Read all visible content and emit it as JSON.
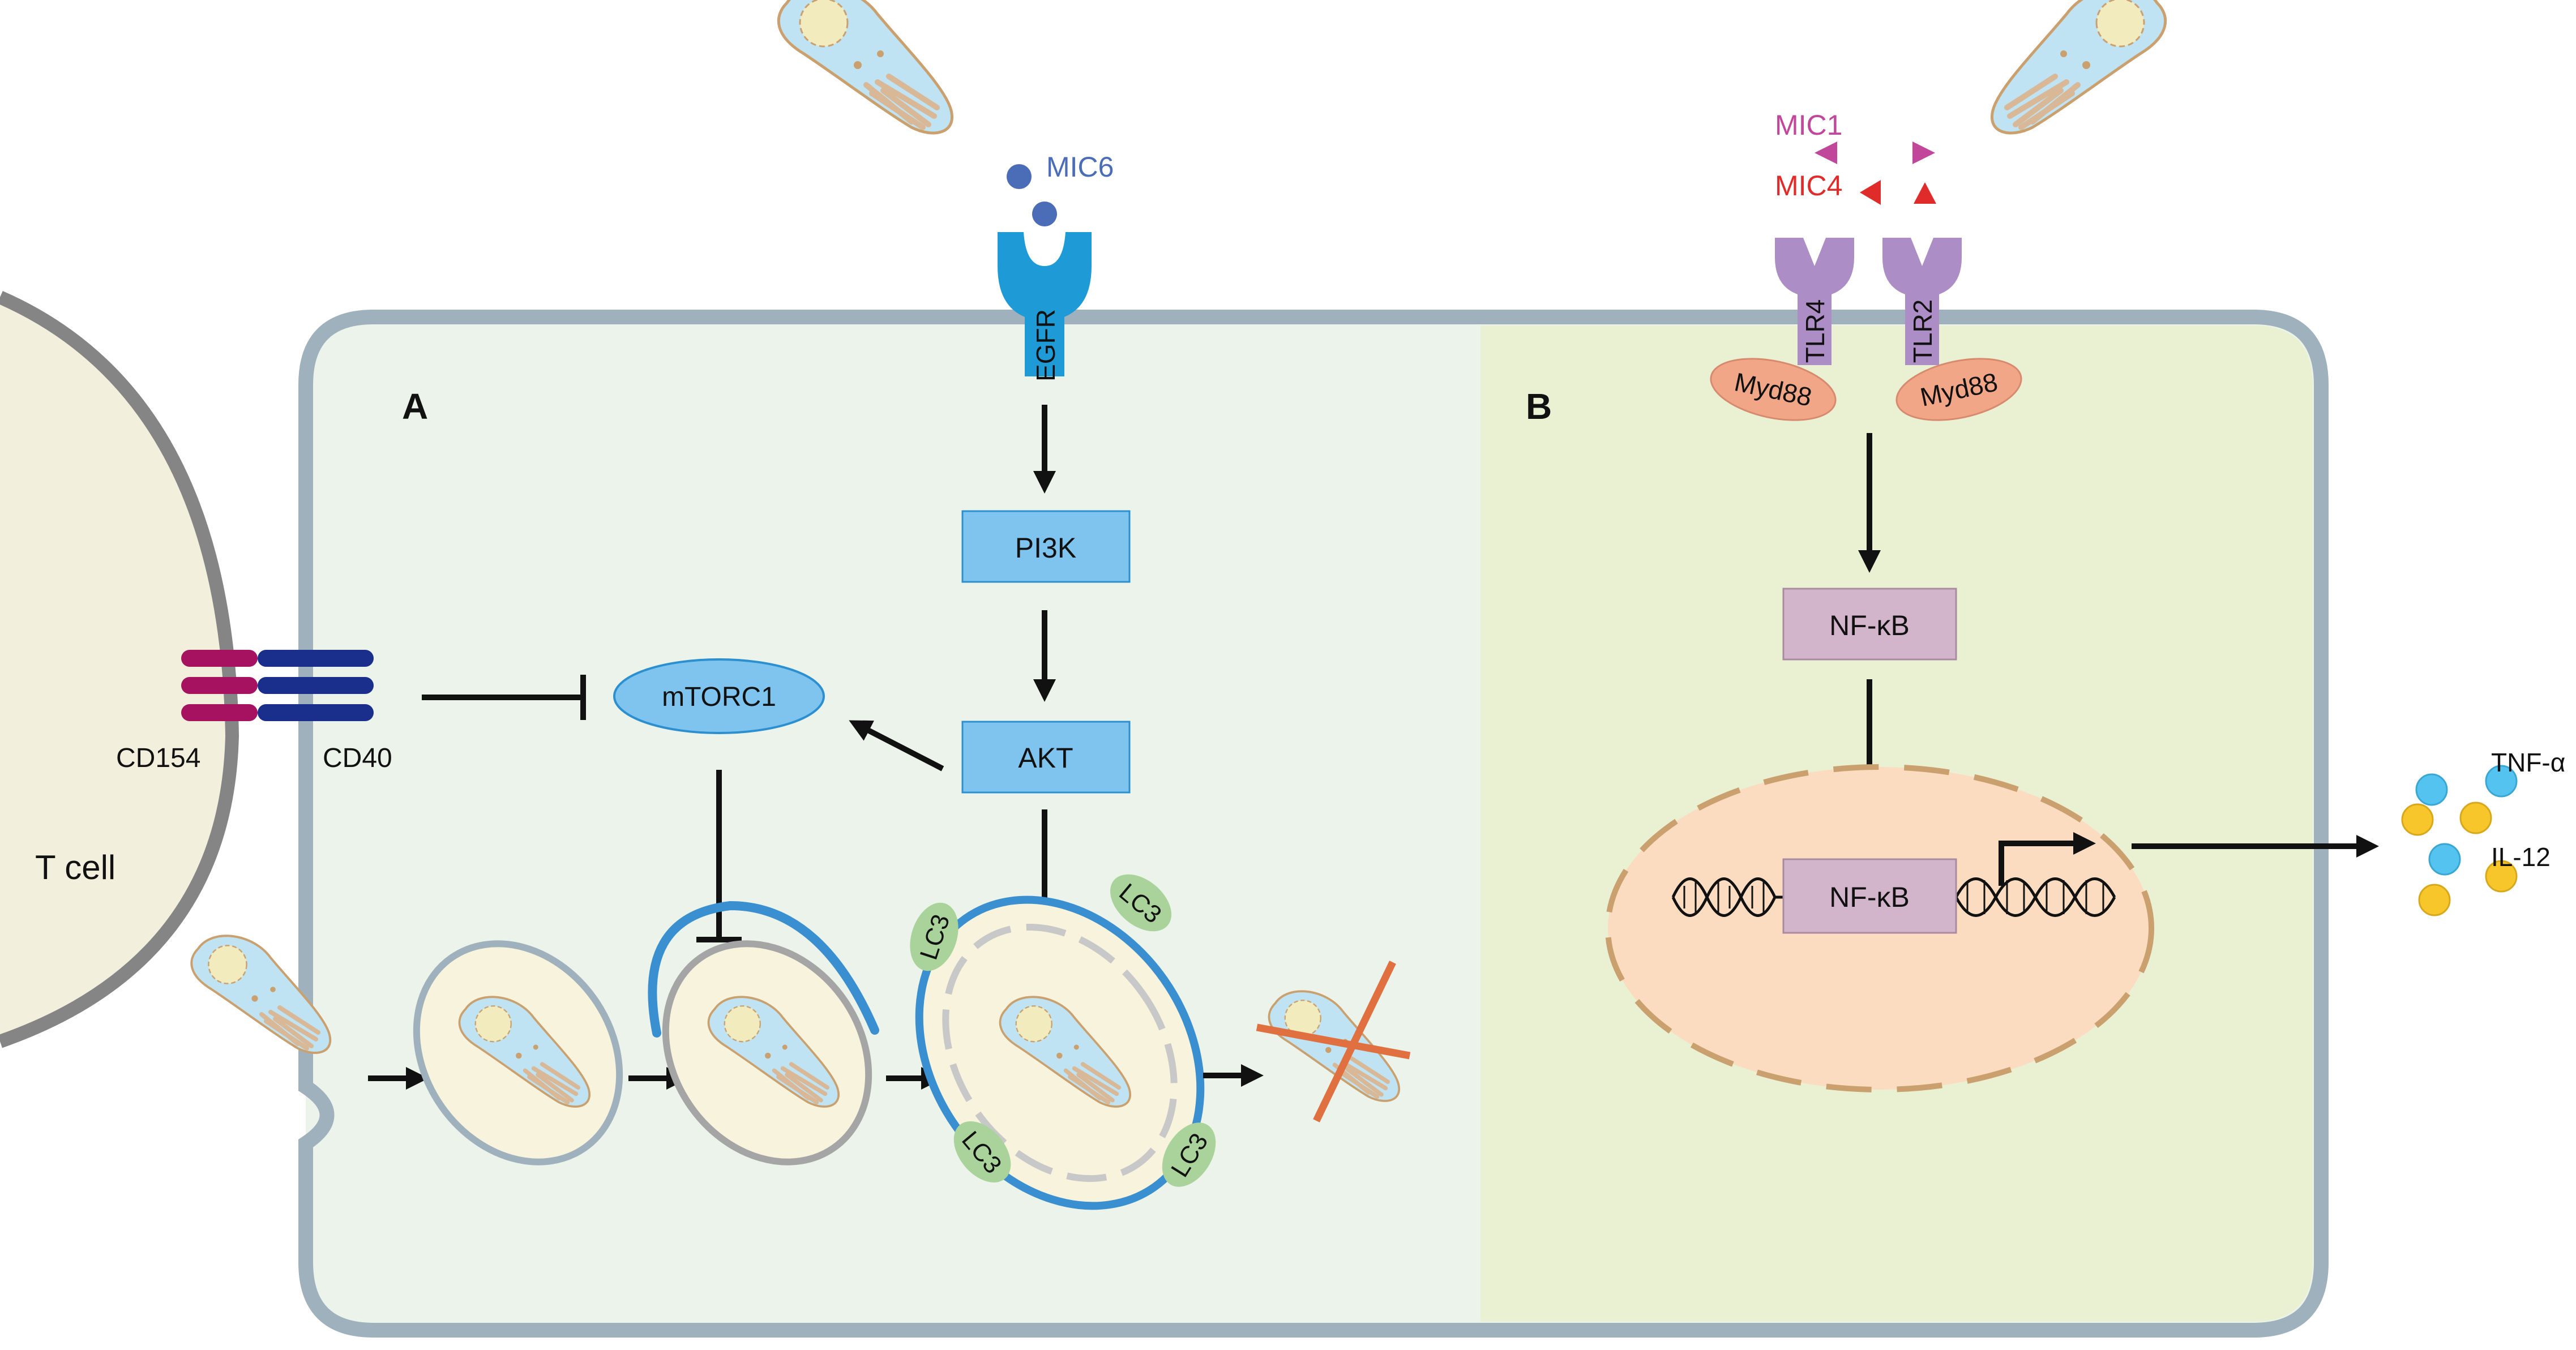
{
  "panels": {
    "a_label": "A",
    "b_label": "B",
    "colors": {
      "panel_a_bg": "#ebf3ea",
      "panel_b_bg": "#eaf1d3",
      "membrane": "#9fb1bd"
    }
  },
  "t_cell": {
    "label": "T cell",
    "color": "#f3efdd"
  },
  "receptors": {
    "cd154": "CD154",
    "cd40": "CD40",
    "egfr": "EGFR",
    "tlr4": "TLR4",
    "tlr2": "TLR2",
    "myd88_left": "Myd88",
    "myd88_right": "Myd88"
  },
  "ligands": {
    "mic6": "MIC6",
    "mic1": "MIC1",
    "mic4": "MIC4",
    "colors": {
      "mic6": "#4b6cb7",
      "mic1": "#c0479a",
      "mic4": "#e02b2b"
    }
  },
  "signaling": {
    "pi3k": "PI3K",
    "akt": "AKT",
    "mtorc1": "mTORC1",
    "nfkb_cytoplasm": "NF-κB",
    "nfkb_nucleus": "NF-κB",
    "colors": {
      "kinase_box": "#7ec4ee",
      "nfkb_box": "#d3b5cb",
      "nucleus": "#fbdcc0"
    }
  },
  "autophagy": {
    "lc3_labels": [
      "LC3",
      "LC3",
      "LC3",
      "LC3"
    ],
    "colors": {
      "lc3": "#a9d39a",
      "phagophore": "#3a8fd1",
      "cross": "#e07040"
    }
  },
  "cytokines": {
    "tnf_alpha": "TNF-α",
    "il12": "IL-12",
    "colors": {
      "tnf": "#54c3ef",
      "il12": "#f6c62b"
    }
  }
}
